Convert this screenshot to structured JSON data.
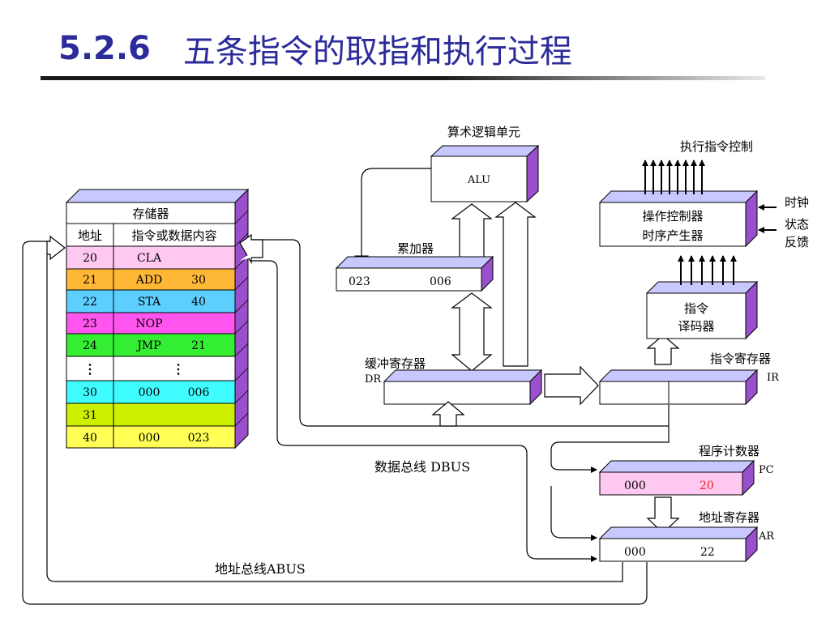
{
  "title": {
    "number": "5.2.6",
    "text": "五条指令的取指和执行过程"
  },
  "memory": {
    "title": "存储器",
    "col_addr": "地址",
    "col_content": "指令或数据内容",
    "rows": [
      {
        "addr": "20",
        "op": "CLA",
        "arg": "",
        "color": "#ffc8f0"
      },
      {
        "addr": "21",
        "op": "ADD",
        "arg": "30",
        "color": "#ffb836"
      },
      {
        "addr": "22",
        "op": "STA",
        "arg": "40",
        "color": "#5ccfff"
      },
      {
        "addr": "23",
        "op": "NOP",
        "arg": "",
        "color": "#ff55ee"
      },
      {
        "addr": "24",
        "op": "JMP",
        "arg": "21",
        "color": "#33ee33"
      },
      {
        "addr": "⋮",
        "op": "⋮",
        "arg": "",
        "color": "#ffffff"
      },
      {
        "addr": "30",
        "op": "000",
        "arg": "006",
        "color": "#3ffcff"
      },
      {
        "addr": "31",
        "op": "",
        "arg": "",
        "color": "#ccf000"
      },
      {
        "addr": "40",
        "op": "000",
        "arg": "023",
        "color": "#ffff55"
      }
    ]
  },
  "alu": {
    "title": "算术逻辑单元",
    "label": "ALU"
  },
  "acc": {
    "title": "累加器",
    "left": "023",
    "right": "006"
  },
  "dr": {
    "title": "缓冲寄存器",
    "abbr": "DR"
  },
  "ir": {
    "title": "指令寄存器",
    "abbr": "IR"
  },
  "decoder": {
    "line1": "指令",
    "line2": "译码器"
  },
  "controller": {
    "line1": "操作控制器",
    "line2": "时序产生器",
    "top_label": "执行指令控制"
  },
  "signals": {
    "clock": "时钟",
    "status1": "状态",
    "status2": "反馈"
  },
  "pc": {
    "title": "程序计数器",
    "abbr": "PC",
    "left": "000",
    "right": "20",
    "right_color": "#e8202a"
  },
  "ar": {
    "title": "地址寄存器",
    "abbr": "AR",
    "left": "000",
    "right": "22"
  },
  "buses": {
    "dbus": "数据总线 DBUS",
    "abus": "地址总线ABUS"
  },
  "colors": {
    "title": "#2b2b9a",
    "box_top": "#c8c8ff",
    "box_side": "#9a50cc",
    "pc_face": "#ffc8f0"
  }
}
